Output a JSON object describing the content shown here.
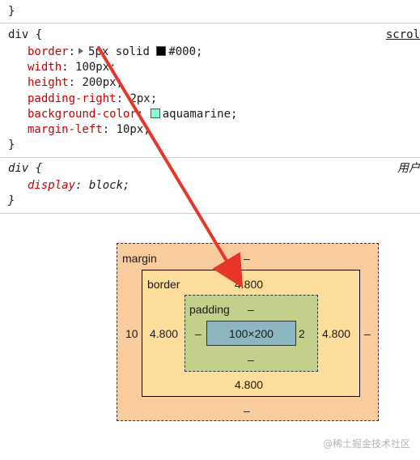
{
  "rule0": {
    "close_brace": "}"
  },
  "rule1": {
    "selector": "div",
    "open_brace": " {",
    "source": "scrol",
    "declarations": [
      {
        "prop": "border",
        "value": "5px solid ",
        "color_value": "#000",
        "color": "#000000"
      },
      {
        "prop": "width",
        "value": "100px;"
      },
      {
        "prop": "height",
        "value": "200px;"
      },
      {
        "prop": "padding-right",
        "value": "2px;"
      },
      {
        "prop": "background-color",
        "color_value": "aquamarine;",
        "color": "#7fffd4"
      },
      {
        "prop": "margin-left",
        "value": "10px;"
      }
    ],
    "close_brace": "}"
  },
  "rule2": {
    "selector": "div",
    "open_brace": " {",
    "origin": "用户",
    "declarations": [
      {
        "prop": "display",
        "value": "block;"
      }
    ],
    "close_brace": "}"
  },
  "box_model": {
    "margin": {
      "label": "margin",
      "top": "–",
      "left": "10",
      "right": "–",
      "bottom": "–"
    },
    "border": {
      "label": "border",
      "top": "4.800",
      "left": "4.800",
      "right": "4.800",
      "bottom": "4.800"
    },
    "padding": {
      "label": "padding",
      "top": "–",
      "left": "–",
      "right": "2",
      "bottom": "–"
    },
    "content": {
      "size": "100×200"
    },
    "colors": {
      "margin": "#f9cc9d",
      "border": "#fddd9b",
      "padding": "#c3d08b",
      "content": "#8cb6c0"
    }
  },
  "annotation": {
    "arrow_color": "#e8352a"
  },
  "watermark": "@稀土掘金技术社区"
}
